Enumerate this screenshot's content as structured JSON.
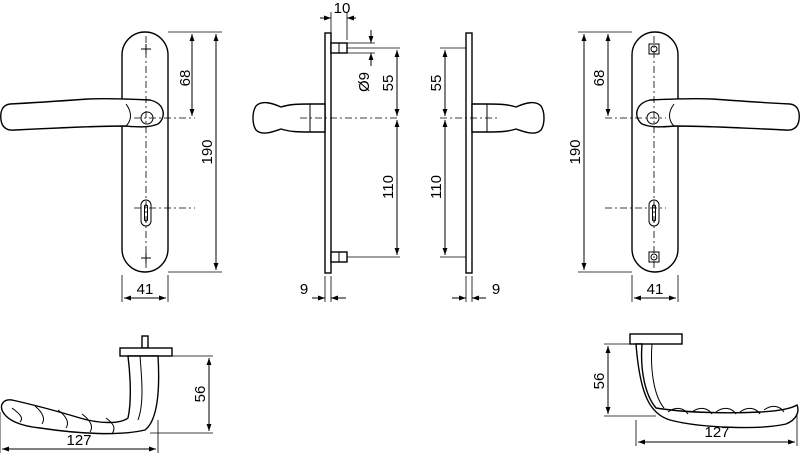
{
  "front_left": {
    "offset_68": "68",
    "length_190": "190",
    "width_41": "41"
  },
  "side_left": {
    "top_10": "10",
    "dia_9": "Ø9",
    "v_55": "55",
    "v_110": "110",
    "plate_9": "9"
  },
  "side_right": {
    "v_55": "55",
    "v_110": "110",
    "plate_9": "9"
  },
  "front_right": {
    "offset_68": "68",
    "length_190": "190",
    "width_41": "41"
  },
  "top_left": {
    "height_56": "56",
    "length_127": "127"
  },
  "top_right": {
    "height_56": "56",
    "length_127": "127"
  }
}
